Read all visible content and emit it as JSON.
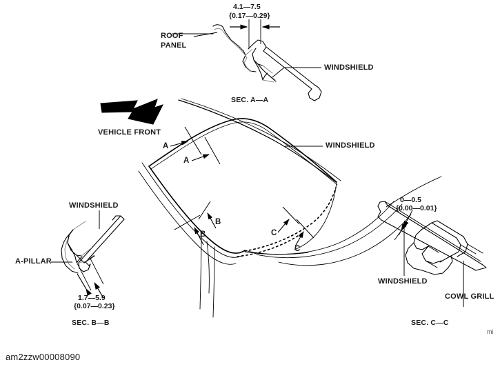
{
  "figure": {
    "caption": "am2zzw00008090",
    "unit_note": "mi",
    "line_color": "#000000",
    "text_color": "#1a1a1a",
    "arrow_fill": "#000000"
  },
  "main_view": {
    "direction_label": "VEHICLE FRONT",
    "windshield_label": "WINDSHIELD",
    "section_markers": [
      {
        "id": "A-upper",
        "label": "A"
      },
      {
        "id": "A-lower",
        "label": "A"
      },
      {
        "id": "B-upper",
        "label": "B"
      },
      {
        "id": "B-lower",
        "label": "B"
      },
      {
        "id": "C-upper",
        "label": "C"
      },
      {
        "id": "C-lower",
        "label": "C"
      }
    ]
  },
  "sec_a": {
    "title": "SEC. A—A",
    "dimension_mm": "4.1—7.5",
    "dimension_in": "{0.17—0.29}",
    "labels": {
      "roof_panel_line1": "ROOF",
      "roof_panel_line2": "PANEL",
      "windshield": "WINDSHIELD"
    }
  },
  "sec_b": {
    "title": "SEC. B—B",
    "dimension_mm": "1.7—5.9",
    "dimension_in": "{0.07—0.23}",
    "labels": {
      "windshield": "WINDSHIELD",
      "a_pillar": "A-PILLAR"
    }
  },
  "sec_c": {
    "title": "SEC. C—C",
    "dimension_mm": "0—0.5",
    "dimension_in": "{0.00—0.01}",
    "labels": {
      "windshield": "WINDSHIELD",
      "cowl_grille": "COWL GRILL"
    }
  }
}
